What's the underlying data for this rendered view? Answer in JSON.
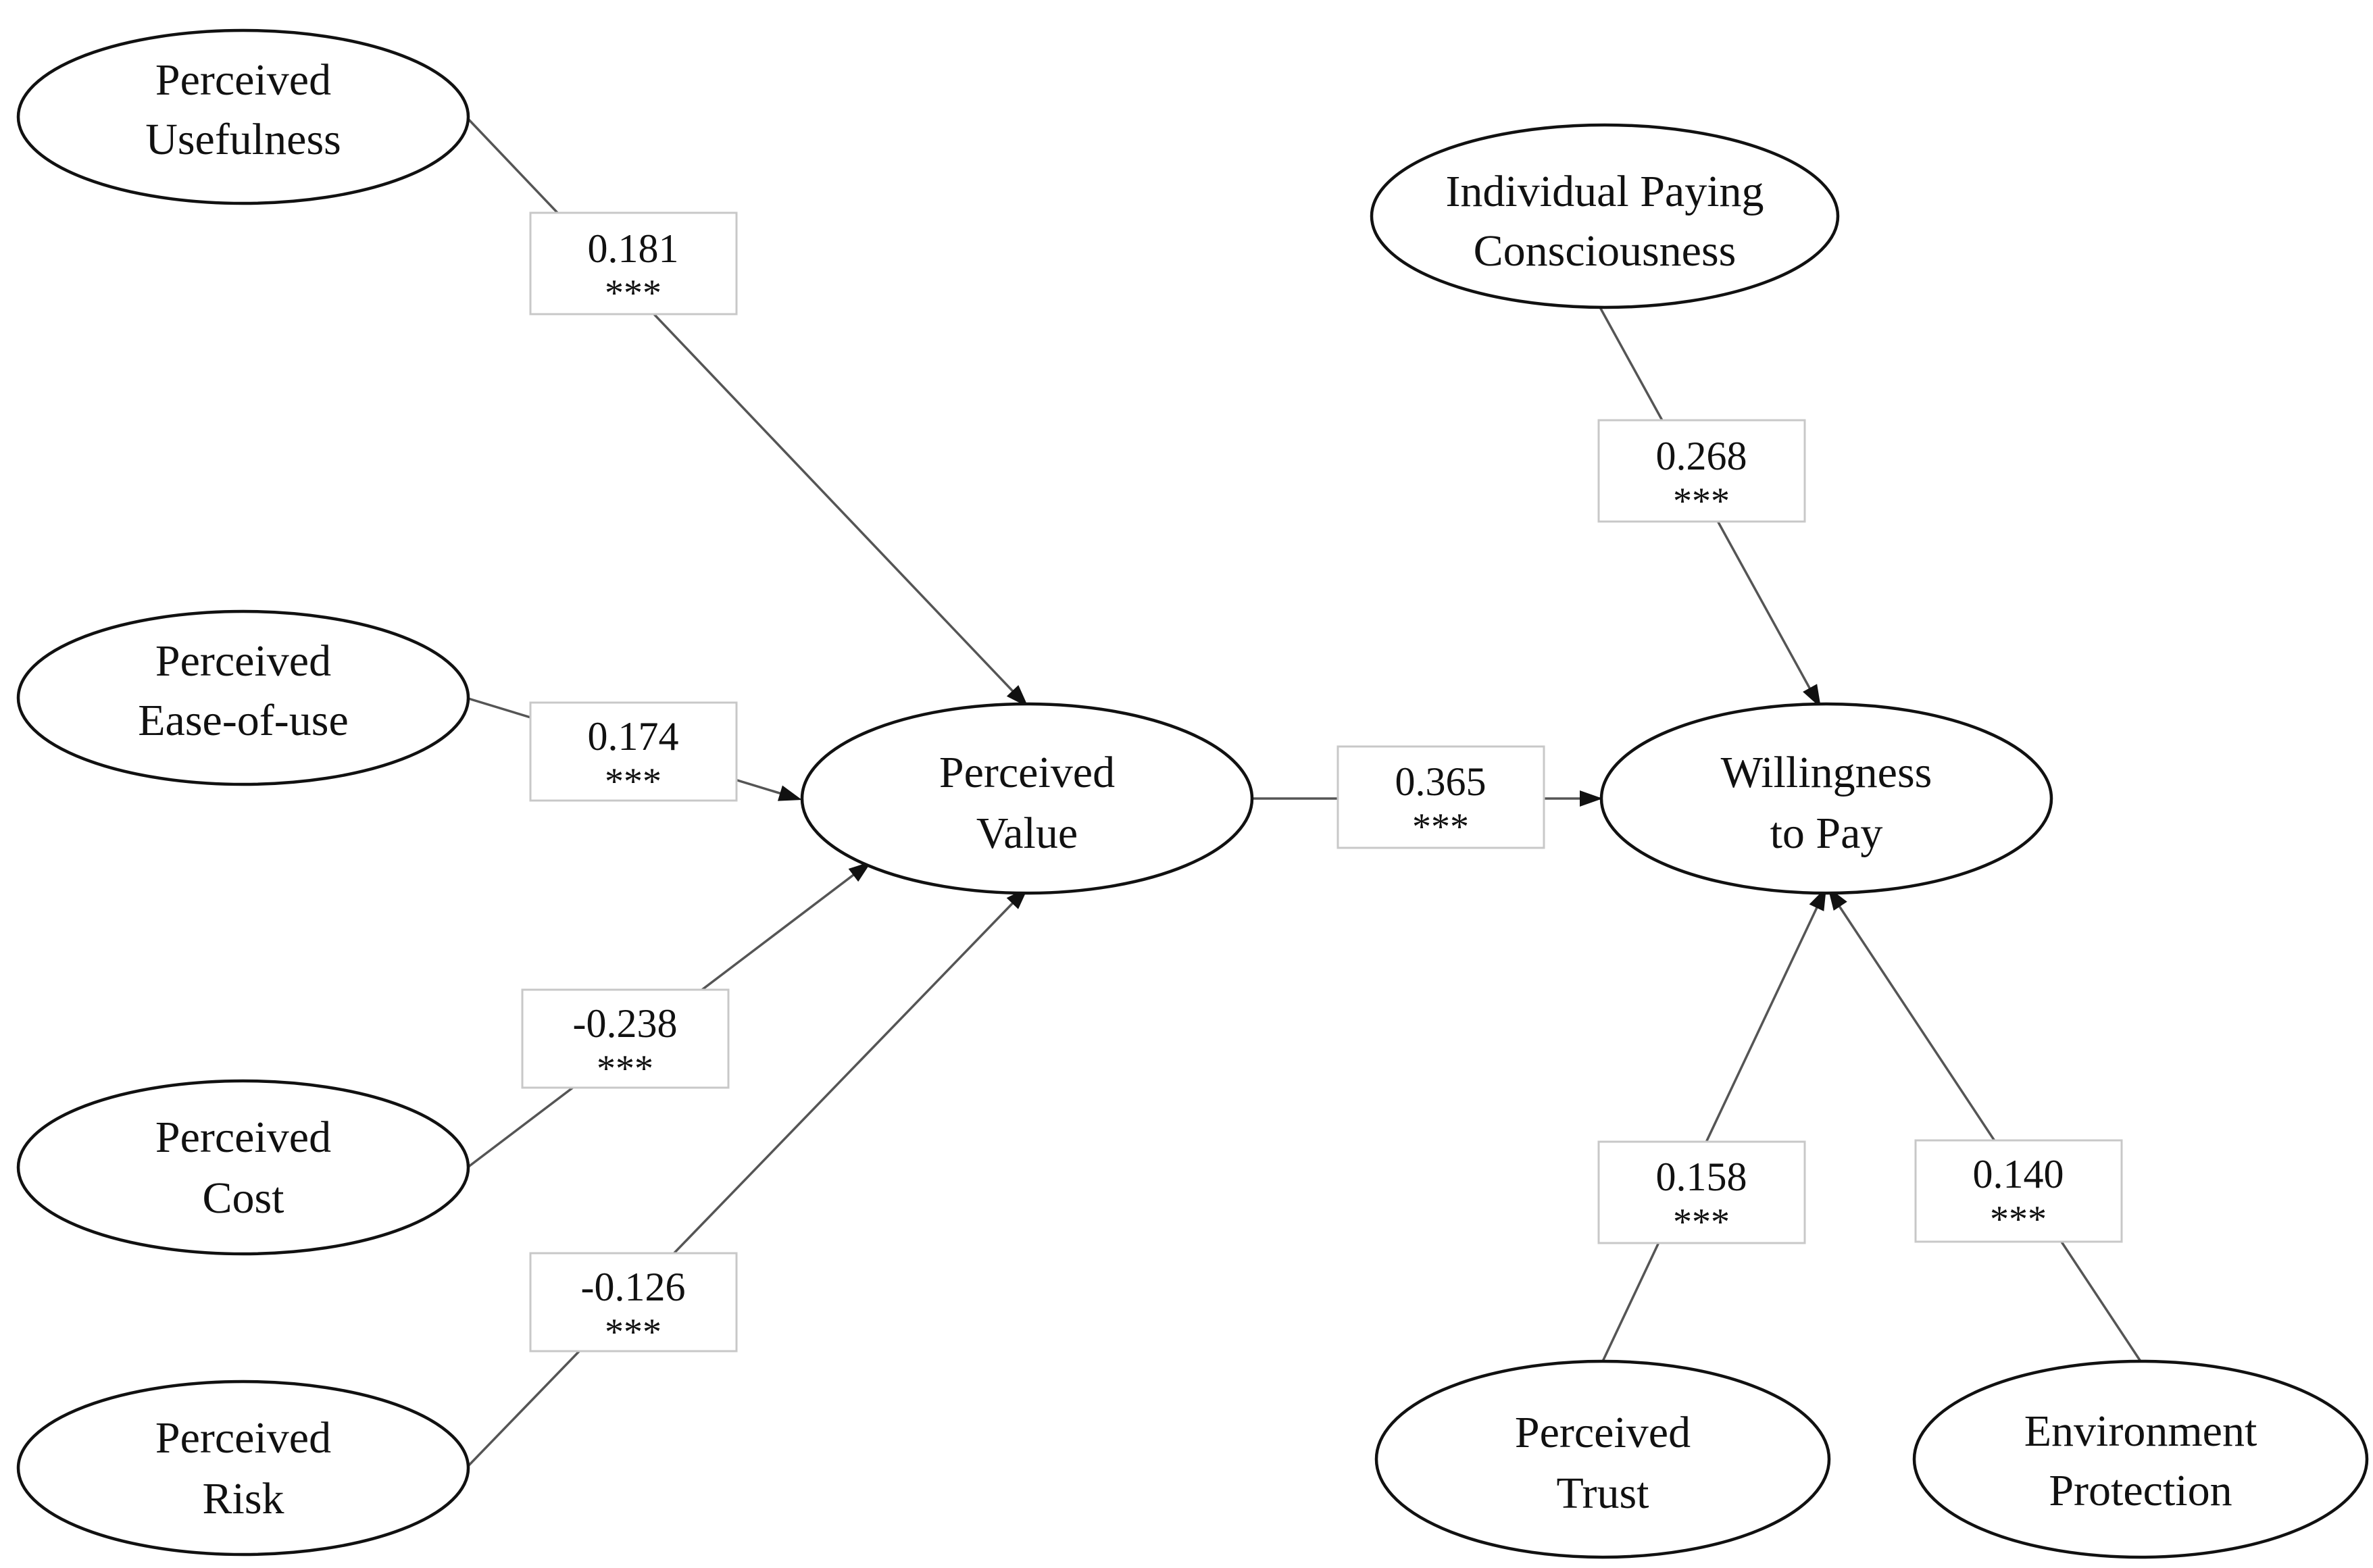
{
  "nodes": {
    "perceived_usefulness": {
      "line1": "Perceived",
      "line2": "Usefulness"
    },
    "perceived_ease_of_use": {
      "line1": "Perceived",
      "line2": "Ease-of-use"
    },
    "perceived_cost": {
      "line1": "Perceived",
      "line2": "Cost"
    },
    "perceived_risk": {
      "line1": "Perceived",
      "line2": "Risk"
    },
    "perceived_value": {
      "line1": "Perceived",
      "line2": "Value"
    },
    "individual_paying_consciousness": {
      "line1": "Individual Paying",
      "line2": "Consciousness"
    },
    "willingness_to_pay": {
      "line1": "Willingness",
      "line2": "to Pay"
    },
    "perceived_trust": {
      "line1": "Perceived",
      "line2": "Trust"
    },
    "environment_protection": {
      "line1": "Environment",
      "line2": "Protection"
    }
  },
  "edges": {
    "usefulness_to_value": {
      "coefficient": "0.181",
      "significance": "***"
    },
    "ease_to_value": {
      "coefficient": "0.174",
      "significance": "***"
    },
    "cost_to_value": {
      "coefficient": "-0.238",
      "significance": "***"
    },
    "risk_to_value": {
      "coefficient": "-0.126",
      "significance": "***"
    },
    "value_to_willingness": {
      "coefficient": "0.365",
      "significance": "***"
    },
    "consciousness_to_willingness": {
      "coefficient": "0.268",
      "significance": "***"
    },
    "trust_to_willingness": {
      "coefficient": "0.158",
      "significance": "***"
    },
    "environment_to_willingness": {
      "coefficient": "0.140",
      "significance": "***"
    }
  }
}
